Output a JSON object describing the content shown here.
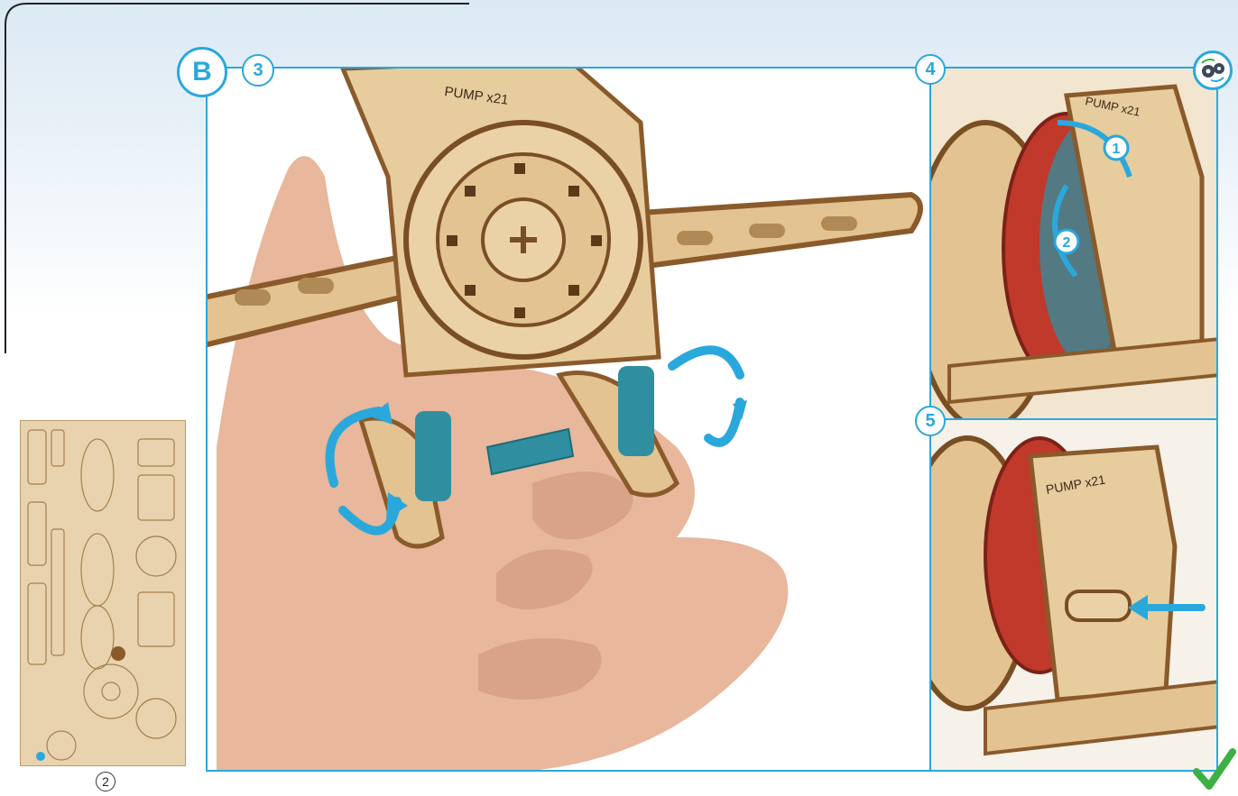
{
  "section_letter": "B",
  "steps": {
    "step3": "3",
    "step4": "4",
    "step5": "5"
  },
  "parts_sheet_label": "2",
  "engraving": {
    "main": "PUMP x21",
    "panel4": "PUMP x21",
    "panel5": "PUMP x21"
  },
  "panel4_markers": [
    "1",
    "2"
  ],
  "icons": {
    "settings": "gears-icon",
    "done": "checkmark-icon"
  },
  "colors": {
    "accent": "#2aa8dc",
    "wood": "#e3c391",
    "wood_dark": "#8a5a2b",
    "teal_part": "#2f8fa0",
    "red_part": "#c0392b",
    "check": "#3cb043"
  }
}
